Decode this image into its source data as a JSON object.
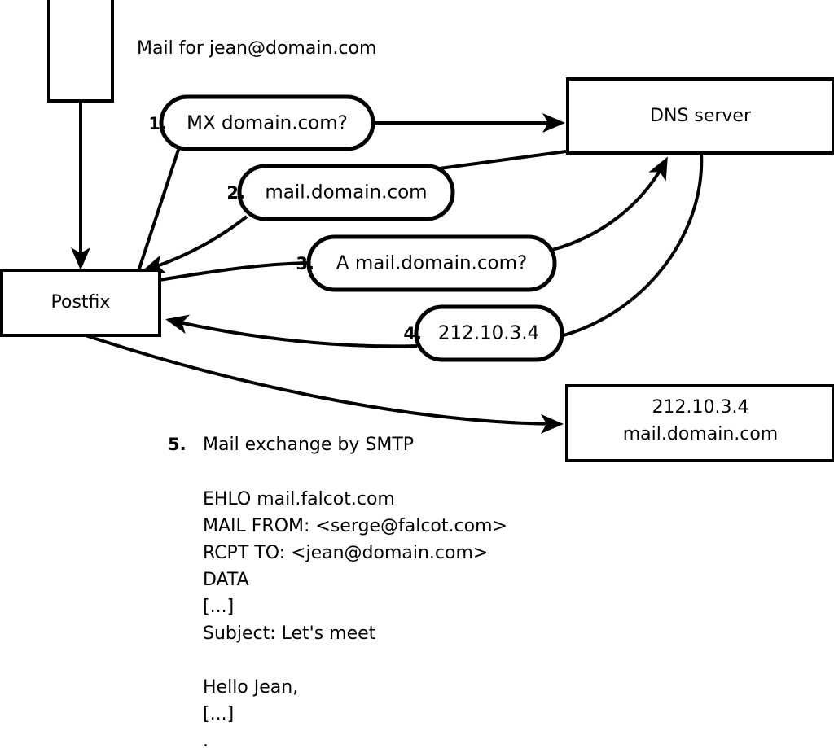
{
  "diagram": {
    "title_text": "Mail for jean@domain.com",
    "nodes": [
      {
        "id": "client",
        "label": ""
      },
      {
        "id": "postfix",
        "label": "Postfix"
      },
      {
        "id": "dns",
        "label": "DNS server"
      },
      {
        "id": "remote_mx",
        "label_line1": "212.10.3.4",
        "label_line2": "mail.domain.com"
      }
    ],
    "steps": [
      {
        "num": "1.",
        "label": "MX domain.com?"
      },
      {
        "num": "2.",
        "label": "mail.domain.com"
      },
      {
        "num": "3.",
        "label": "A mail.domain.com?"
      },
      {
        "num": "4.",
        "label": "212.10.3.4"
      }
    ],
    "step5": {
      "num": "5.",
      "label": "Mail exchange by SMTP"
    },
    "transcript": [
      "EHLO mail.falcot.com",
      "MAIL FROM: <serge@falcot.com>",
      "RCPT TO: <jean@domain.com>",
      "DATA",
      "[...]",
      "Subject: Let's meet",
      "",
      "Hello Jean,",
      "[...]",
      "."
    ]
  },
  "colors": {
    "stroke": "#000000",
    "fill": "#ffffff",
    "text": "#000000"
  }
}
